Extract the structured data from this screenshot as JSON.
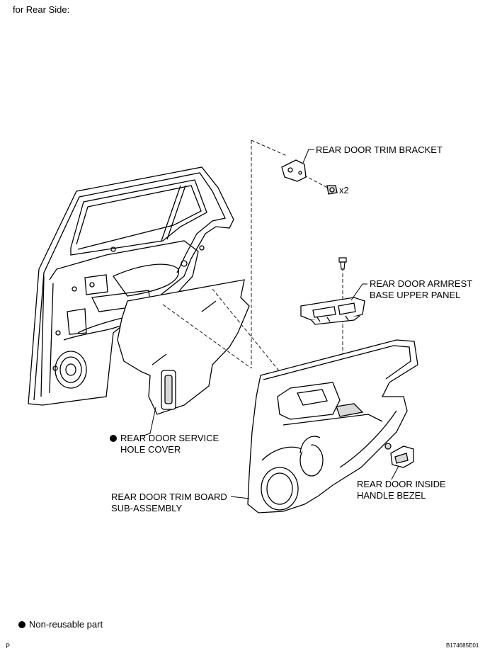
{
  "heading": "for Rear Side:",
  "labels": {
    "trim_bracket": "REAR DOOR TRIM BRACKET",
    "qty": "x2",
    "armrest_line1": "REAR DOOR ARMREST",
    "armrest_line2": "BASE UPPER PANEL",
    "service_cover_line1": "REAR DOOR SERVICE",
    "service_cover_line2": "HOLE COVER",
    "trim_board_line1": "REAR DOOR TRIM BOARD",
    "trim_board_line2": "SUB-ASSEMBLY",
    "handle_bezel_line1": "REAR DOOR INSIDE",
    "handle_bezel_line2": "HANDLE BEZEL"
  },
  "legend": {
    "non_reusable": "Non-reusable part"
  },
  "footer": {
    "page_mark": "P",
    "figure_code": "B174685E01"
  },
  "colors": {
    "ink": "#000000",
    "background": "#ffffff",
    "shade": "#d9d9d9"
  }
}
